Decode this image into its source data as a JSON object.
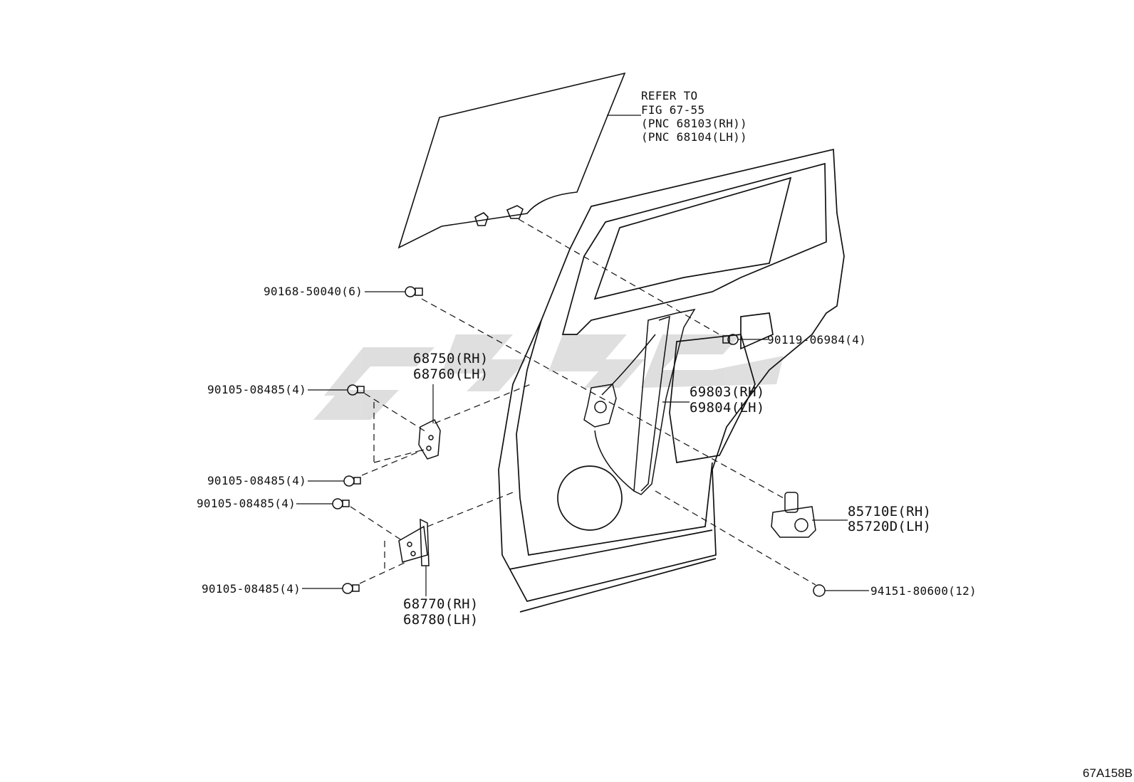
{
  "refer_note": [
    "REFER TO",
    "FIG 67-55",
    "(PNC 68103(RH))",
    "(PNC 68104(LH))"
  ],
  "parts": {
    "bolt_top": "90168-50040(6)",
    "bolt_right": "90119-06984(4)",
    "upper_hinge": [
      "68750(RH)",
      "68760(LH)"
    ],
    "hinge_bolt_1": "90105-08485(4)",
    "hinge_bolt_2": "90105-08485(4)",
    "hinge_bolt_3": "90105-08485(4)",
    "hinge_bolt_4": "90105-08485(4)",
    "regulator": [
      "69803(RH)",
      "69804(LH)"
    ],
    "motor": [
      "85710E(RH)",
      "85720D(LH)"
    ],
    "nut": "94151-80600(12)",
    "lower_hinge": [
      "68770(RH)",
      "68780(LH)"
    ]
  },
  "figure_code": "67A158B",
  "colors": {
    "line": "#111111",
    "watermark": "#d9d9d9"
  }
}
